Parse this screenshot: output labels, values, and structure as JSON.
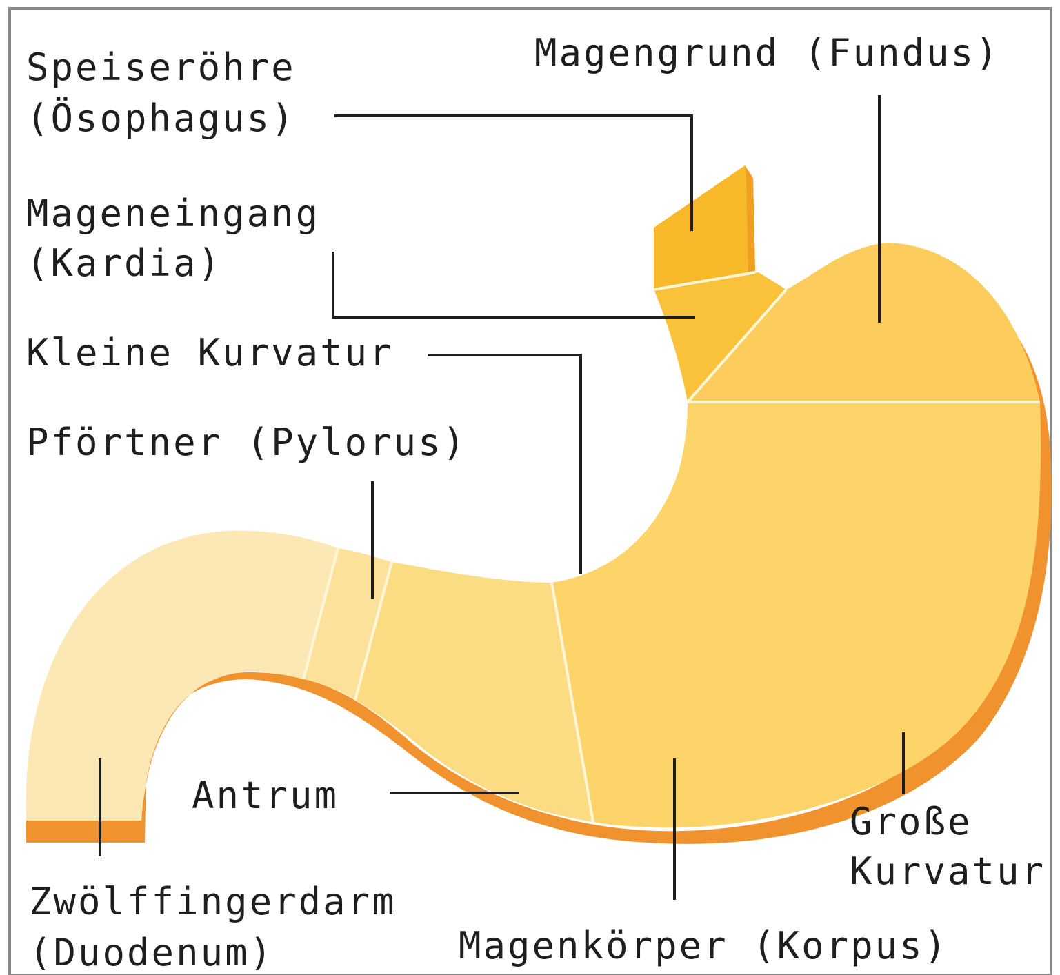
{
  "labels": {
    "speiseroehre_1": "Speiseröhre",
    "speiseroehre_2": "(Ösophagus)",
    "mageneingang_1": "Mageneingang",
    "mageneingang_2": "(Kardia)",
    "kleine_kurvatur": "Kleine Kurvatur",
    "pfoertner": "Pförtner (Pylorus)",
    "magengrund": "Magengrund (Fundus)",
    "antrum": "Antrum",
    "grosse_kurvatur_1": "Große",
    "grosse_kurvatur_2": "Kurvatur",
    "zwoelffingerdarm_1": "Zwölffingerdarm",
    "zwoelffingerdarm_2": "(Duodenum)",
    "magenkoerper": "Magenkörper (Korpus)"
  },
  "colors": {
    "background": "#ffffff",
    "frame": "#8a8a8a",
    "outline_orange": "#f0922e",
    "corpus": "#fcd46a",
    "fundus": "#fccc5c",
    "cardia": "#f9c23a",
    "esophagus": "#f7b92a",
    "antrum": "#fcdc82",
    "pylorus": "#fbe199",
    "duodenum": "#fce8b4",
    "leader_line": "#1e1e1e"
  }
}
